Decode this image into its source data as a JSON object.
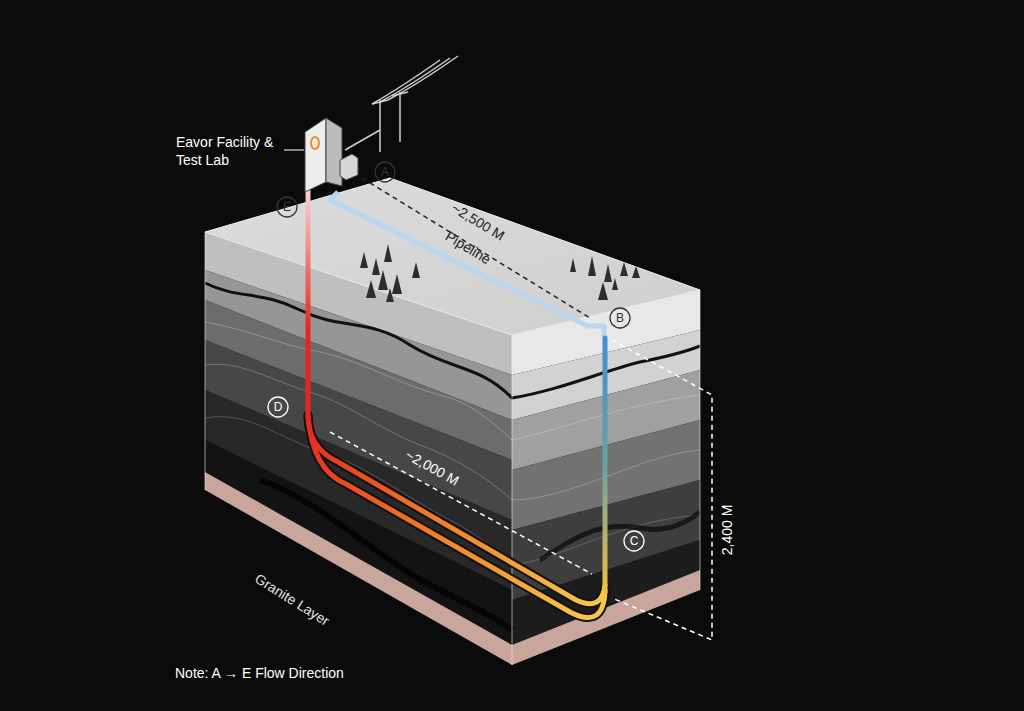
{
  "diagram": {
    "nodes": [
      {
        "text": [
          "Eavor Facility & Test Lab"
        ]
      }
    ],
    "labels": [
      "A",
      "B",
      "C",
      "D",
      "E",
      "~2,500 M",
      "Pipeline",
      "~2,000 M",
      "2,400 M",
      "Granite Layer",
      "Note: A → E Flow Direction"
    ]
  }
}
